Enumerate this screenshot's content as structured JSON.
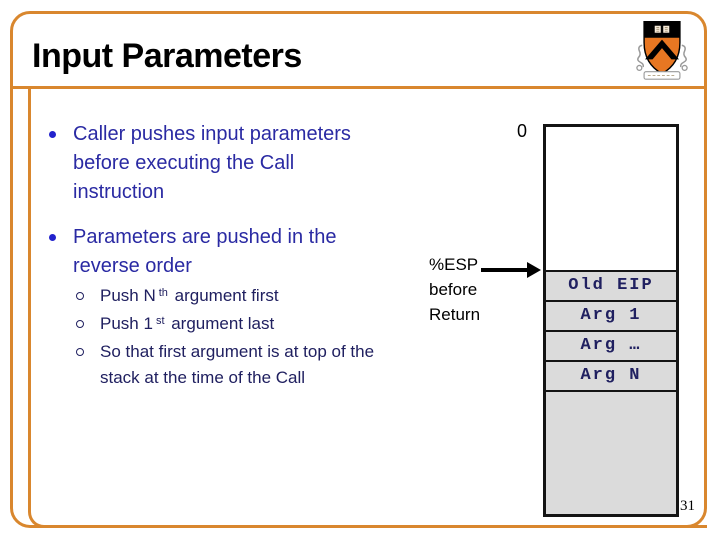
{
  "slide": {
    "title": "Input Parameters",
    "page_number": "31"
  },
  "colors": {
    "frame_orange": "#d9872e",
    "bullet_text_blue": "#2a2aa3",
    "sub_text_navy": "#202060",
    "stack_fill_gray": "#dbdbdb",
    "logo_orange": "#e87722"
  },
  "logo": {
    "name": "princeton-shield"
  },
  "content": {
    "bullets": [
      {
        "text": "Caller pushes input parameters before executing the Call instruction"
      },
      {
        "text": "Parameters are pushed in the reverse order",
        "subs": [
          {
            "pre": "Push N",
            "sup": "th",
            "post": " argument first"
          },
          {
            "pre": "Push 1",
            "sup": "st",
            "post": " argument last"
          },
          {
            "pre": "So that first argument is at top of the stack at the time of the Call",
            "sup": "",
            "post": ""
          }
        ]
      }
    ]
  },
  "diagram": {
    "zero_label": "0",
    "esp_label": "%ESP before Return",
    "stack_rows": [
      "Old EIP",
      "Arg 1",
      "Arg …",
      "Arg N"
    ]
  }
}
